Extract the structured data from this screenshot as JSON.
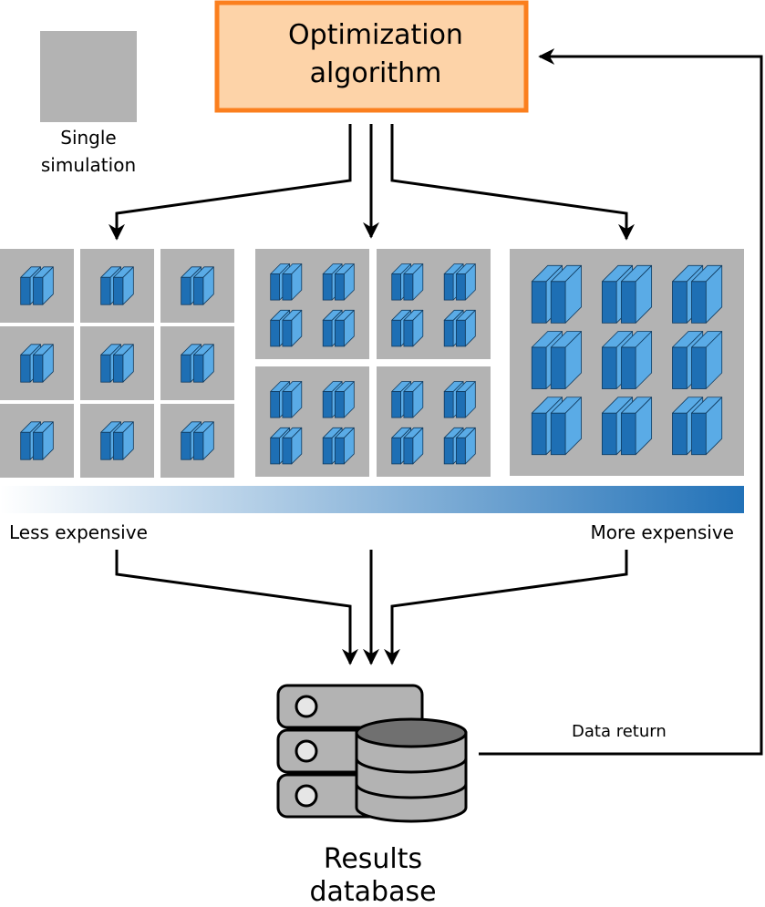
{
  "optimizer": {
    "line1": "Optimization",
    "line2": "algorithm"
  },
  "legend": {
    "line1": "Single",
    "line2": "simulation"
  },
  "cost_scale": {
    "low_label": "Less expensive",
    "high_label": "More expensive"
  },
  "database": {
    "line1": "Results",
    "line2": "database"
  },
  "feedback": {
    "label": "Data return"
  },
  "colors": {
    "optimizer_fill": "#fdd3a8",
    "optimizer_stroke": "#fb7f1e",
    "simulation_gray": "#b3b3b3",
    "block_light": "#5aabe6",
    "block_dark": "#1e6fb4",
    "gradient_end": "#2272b8"
  }
}
